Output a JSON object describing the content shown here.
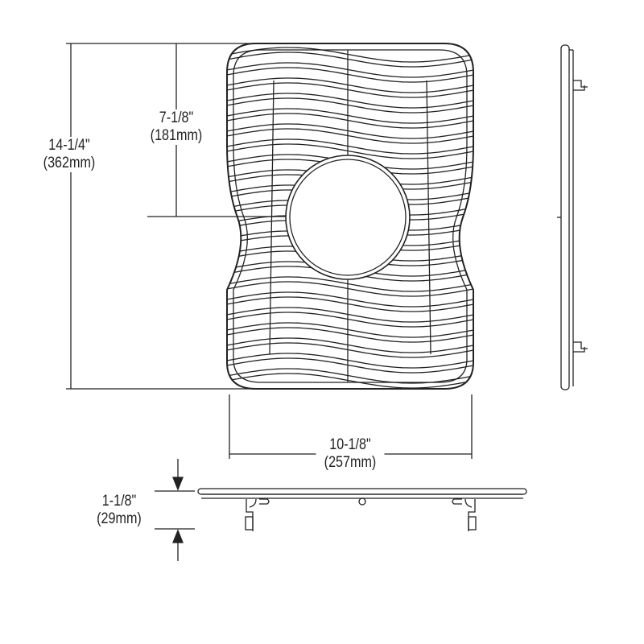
{
  "dimensions": {
    "overall_height": {
      "imperial": "14-1/4\"",
      "metric": "(362mm)"
    },
    "center_height": {
      "imperial": "7-1/8\"",
      "metric": "(181mm)"
    },
    "width": {
      "imperial": "10-1/8\"",
      "metric": "(257mm)"
    },
    "depth": {
      "imperial": "1-1/8\"",
      "metric": "(29mm)"
    }
  },
  "colors": {
    "line": "#222222",
    "background": "#ffffff"
  }
}
